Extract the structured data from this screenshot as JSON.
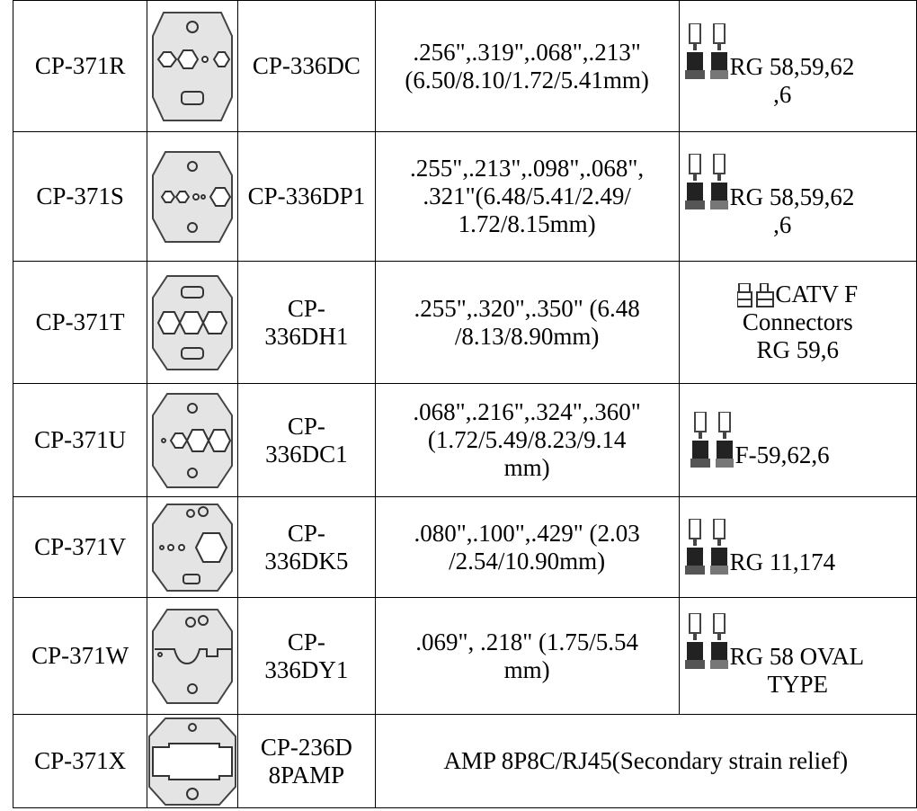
{
  "rows": [
    {
      "model": "CP-371R",
      "part": "CP-336DC",
      "size": ".256\",.319\",.068\",.213\" (6.50/8.10/1.72/5.41mm)",
      "connector": "RG 58,59,62 ,6",
      "die": "die-6-hex",
      "plug": "f-connector-crimp"
    },
    {
      "model": "CP-371S",
      "part": "CP-336DP1",
      "size": ".255\",.213\",.098\",.068\", .321\"(6.48/5.41/2.49/ 1.72/8.15mm)",
      "connector": "RG 58,59,62 ,6",
      "die": "die-5-hex",
      "plug": "f-connector-crimp"
    },
    {
      "model": "CP-371T",
      "part": "CP- 336DH1",
      "size": ".255\",.320\",.350\" (6.48 /8.13/8.90mm)",
      "connector": "CATV F Connectors RG 59,6",
      "die": "die-3-hex",
      "plug": "catv-f-connector"
    },
    {
      "model": "CP-371U",
      "part": "CP- 336DC1",
      "size": ".068\",.216\",.324\",.360\" (1.72/5.49/8.23/9.14 mm)",
      "connector": "F-59,62,6",
      "die": "die-4-hex",
      "plug": "f-connector-crimp"
    },
    {
      "model": "CP-371V",
      "part": "CP- 336DK5",
      "size": ".080\",.100\",.429\" (2.03 /2.54/10.90mm)",
      "connector": "RG 11,174",
      "die": "die-3-hex-large",
      "plug": "f-connector-crimp"
    },
    {
      "model": "CP-371W",
      "part": "CP- 336DY1",
      "size": ".069\", .218\" (1.75/5.54 mm)",
      "connector": "RG 58 OVAL TYPE",
      "die": "die-oval",
      "plug": "f-connector-crimp"
    },
    {
      "model": "CP-371X",
      "part": "CP-236D 8PAMP",
      "size": "AMP 8P8C/RJ45(Secondary strain relief)",
      "connector": "",
      "die": "die-rj45",
      "plug": ""
    }
  ],
  "text": {
    "r0": {
      "model": "CP-371R",
      "part": "CP-336DC",
      "size1": ".256\",.319\",.068\",.213\"",
      "size2": "(6.50/8.10/1.72/5.41mm)",
      "conn1": "RG 58,59,62",
      "conn2": ",6"
    },
    "r1": {
      "model": "CP-371S",
      "part": "CP-336DP1",
      "size1": ".255\",.213\",.098\",.068\",",
      "size2": ".321\"(6.48/5.41/2.49/",
      "size3": "1.72/8.15mm)",
      "conn1": "RG 58,59,62",
      "conn2": ",6"
    },
    "r2": {
      "model": "CP-371T",
      "part1": "CP-",
      "part2": "336DH1",
      "size1": ".255\",.320\",.350\" (6.48",
      "size2": "/8.13/8.90mm)",
      "conn1": "CATV F",
      "conn2": "Connectors",
      "conn3": "RG 59,6"
    },
    "r3": {
      "model": "CP-371U",
      "part1": "CP-",
      "part2": "336DC1",
      "size1": ".068\",.216\",.324\",.360\"",
      "size2": "(1.72/5.49/8.23/9.14",
      "size3": "mm)",
      "conn1": "F-59,62,6"
    },
    "r4": {
      "model": "CP-371V",
      "part1": "CP-",
      "part2": "336DK5",
      "size1": ".080\",.100\",.429\" (2.03",
      "size2": "/2.54/10.90mm)",
      "conn1": "RG 11,174"
    },
    "r5": {
      "model": "CP-371W",
      "part1": "CP-",
      "part2": "336DY1",
      "size1": ".069\", .218\" (1.75/5.54",
      "size2": "mm)",
      "conn1": "RG 58 OVAL",
      "conn2": "TYPE"
    },
    "r6": {
      "model": "CP-371X",
      "part1": "CP-236D",
      "part2": "8PAMP",
      "size": "AMP 8P8C/RJ45(Secondary strain relief)"
    }
  }
}
